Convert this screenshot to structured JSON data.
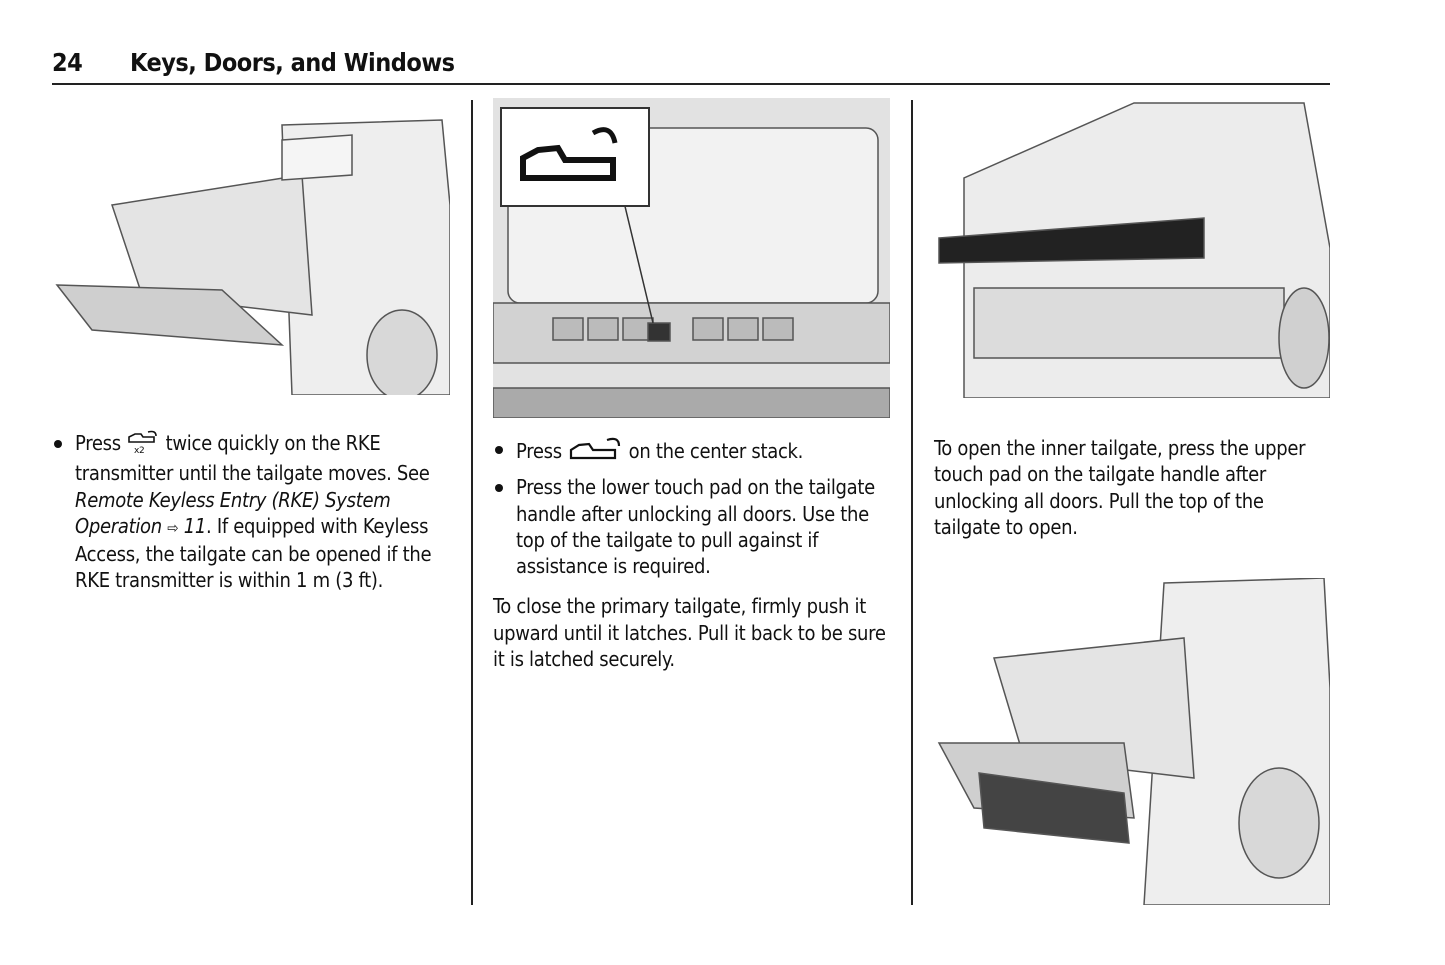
{
  "header": {
    "page_number": "24",
    "title": "Keys, Doors, and Windows"
  },
  "col1": {
    "b1_pre": "Press",
    "b1_icon_sub": "x2",
    "b1_post": "twice quickly on the RKE transmitter until the tailgate moves. See",
    "b1_link": "Remote Keyless Entry (RKE) System Operation",
    "b1_arrow": "⇨",
    "b1_page": "11",
    "b1_rest": ". If equipped with Keyless Access, the tailgate can be opened if the RKE transmitter is within 1 m (3 ft)."
  },
  "col2": {
    "b1_pre": "Press",
    "b1_post": "on the center stack.",
    "b2": "Press the lower touch pad on the tailgate handle after unlocking all doors. Use the top of the tailgate to pull against if assistance is required.",
    "p1": "To close the primary tailgate, firmly push it upward until it latches. Pull it back to be sure it is latched securely."
  },
  "col3": {
    "p1": "To open the inner tailgate, press the upper touch pad on the tailgate handle after unlocking all doors. Pull the top of the tailgate to open."
  }
}
